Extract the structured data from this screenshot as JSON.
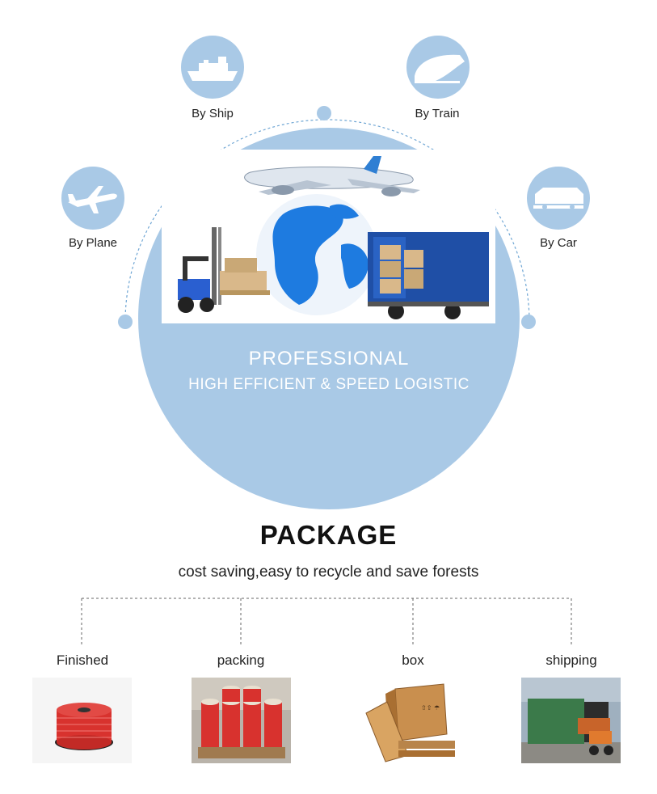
{
  "transport": {
    "modes": [
      {
        "label": "By Ship",
        "icon": "ship-icon"
      },
      {
        "label": "By Train",
        "icon": "train-icon"
      },
      {
        "label": "By Plane",
        "icon": "plane-icon"
      },
      {
        "label": "By Car",
        "icon": "car-icon"
      }
    ],
    "headline": "PROFESSIONAL",
    "subheadline": "HIGH EFFICIENT  &  SPEED LOGISTIC"
  },
  "package": {
    "title": "PACKAGE",
    "subtitle": "cost saving,easy to recycle and save forests",
    "steps": [
      {
        "label": "Finished",
        "image": "cable-reel-photo"
      },
      {
        "label": "packing",
        "image": "packed-reels-photo"
      },
      {
        "label": "box",
        "image": "wooden-box-photo"
      },
      {
        "label": "shipping",
        "image": "container-loading-photo"
      }
    ]
  },
  "colors": {
    "circle": "#a9c9e6",
    "dash": "#6fa6d4",
    "text": "#222222"
  }
}
